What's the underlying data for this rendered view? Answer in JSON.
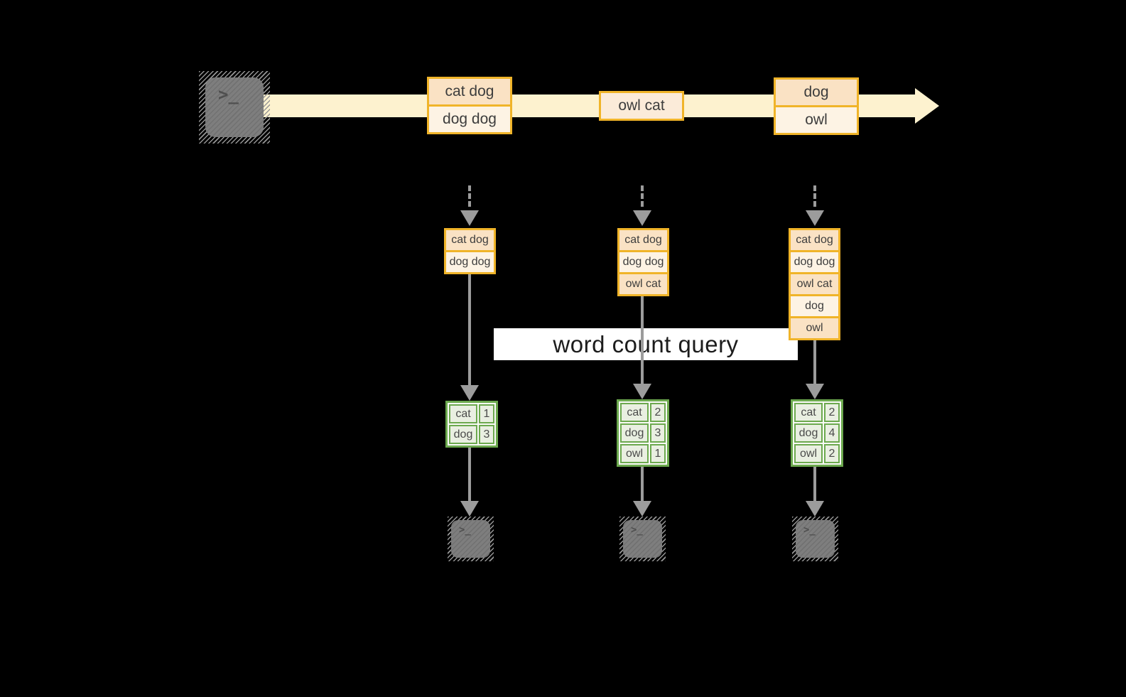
{
  "colors": {
    "background": "#000000",
    "stream_band": "#FDF2CF",
    "event_border": "#F0B429",
    "event_row_dark": "#FAE2C4",
    "event_row_light": "#FDF3E4",
    "result_border": "#6CA94E",
    "result_cell_fill": "#E9EFE1",
    "arrow": "#9C9C9C",
    "terminal_gray": "#7E7E7E",
    "query_band": "#FFFFFF"
  },
  "icons": {
    "source": "terminal-icon",
    "sinks": [
      "terminal-icon",
      "terminal-icon",
      "terminal-icon"
    ],
    "prompt_glyph": ">_"
  },
  "query": {
    "label": "word count query"
  },
  "stream": {
    "events": [
      {
        "rows": [
          "cat dog",
          "dog dog"
        ]
      },
      {
        "rows": [
          "owl cat"
        ]
      },
      {
        "rows": [
          "dog",
          "owl"
        ]
      }
    ]
  },
  "states": [
    {
      "rows": [
        "cat dog",
        "dog dog"
      ]
    },
    {
      "rows": [
        "cat dog",
        "dog dog",
        "owl cat"
      ]
    },
    {
      "rows": [
        "cat dog",
        "dog dog",
        "owl cat",
        "dog",
        "owl"
      ]
    }
  ],
  "results": [
    {
      "rows": [
        {
          "word": "cat",
          "count": "1"
        },
        {
          "word": "dog",
          "count": "3"
        }
      ]
    },
    {
      "rows": [
        {
          "word": "cat",
          "count": "2"
        },
        {
          "word": "dog",
          "count": "3"
        },
        {
          "word": "owl",
          "count": "1"
        }
      ]
    },
    {
      "rows": [
        {
          "word": "cat",
          "count": "2"
        },
        {
          "word": "dog",
          "count": "4"
        },
        {
          "word": "owl",
          "count": "2"
        }
      ]
    }
  ]
}
